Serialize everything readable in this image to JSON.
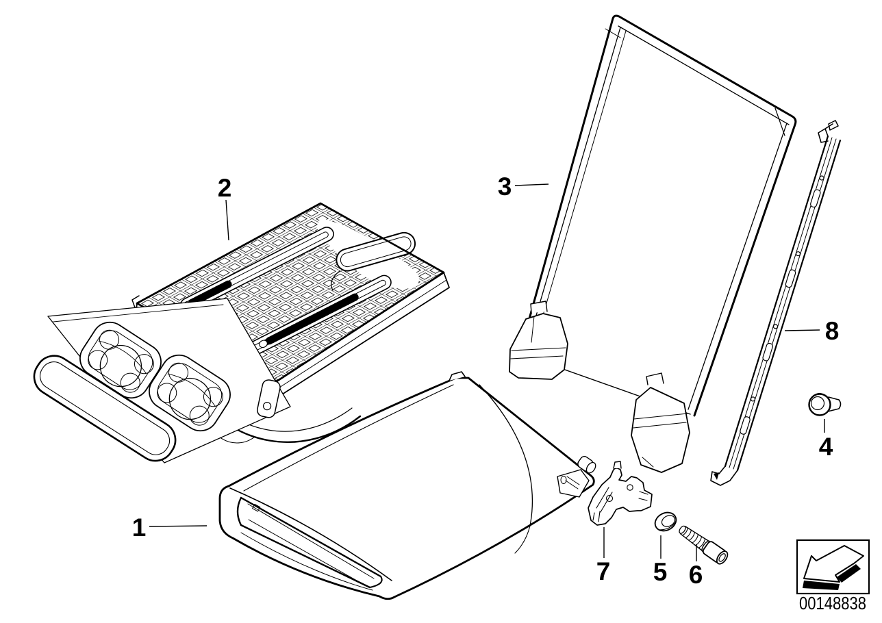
{
  "colors": {
    "background": "#ffffff",
    "line": "#000000"
  },
  "callouts": {
    "c1": {
      "label": "1"
    },
    "c2": {
      "label": "2"
    },
    "c3": {
      "label": "3"
    },
    "c4": {
      "label": "4"
    },
    "c5": {
      "label": "5"
    },
    "c6": {
      "label": "6"
    },
    "c7": {
      "label": "7"
    },
    "c8": {
      "label": "8"
    }
  },
  "reference": {
    "document_number": "00148838",
    "arrow_icon": "arrow-down-left-icon"
  }
}
